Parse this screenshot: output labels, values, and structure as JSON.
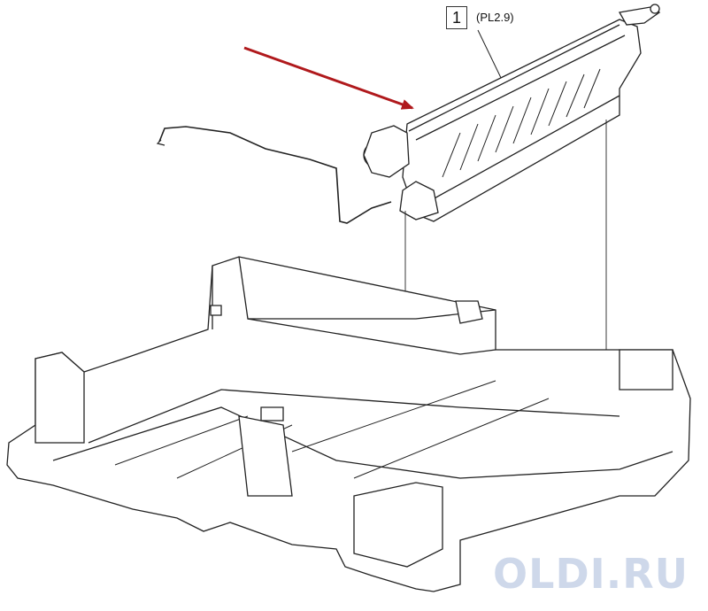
{
  "callout": {
    "number": "1",
    "reference": "(PL2.9)"
  },
  "watermark": {
    "text": "OLDI.RU",
    "color": "#c9d4e8"
  },
  "colors": {
    "arrow": "#b0191c",
    "line_art": "#222222",
    "background": "#ffffff"
  }
}
